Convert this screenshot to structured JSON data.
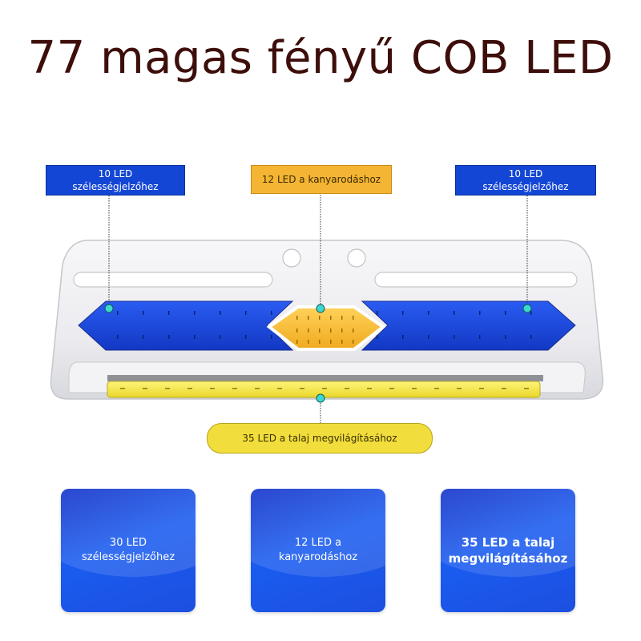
{
  "title": "77 magas fényű COB LED",
  "callouts": {
    "left": {
      "line1": "10 LED",
      "line2": "szélességjelzőhez"
    },
    "center": {
      "text": "12 LED a kanyarodáshoz"
    },
    "right": {
      "line1": "10 LED",
      "line2": "szélességjelzőhez"
    },
    "bottom": {
      "text": "35 LED a talaj megvilágításához"
    }
  },
  "cards": [
    {
      "line1": "30 LED",
      "line2": "szélességjelzőhez"
    },
    {
      "line1": "12 LED a",
      "line2": "kanyarodáshoz"
    },
    {
      "line1": "35 LED a talaj",
      "line2": "megvilágításához"
    }
  ],
  "colors": {
    "title": "#3d0e0a",
    "blue_led": "#1446d6",
    "amber_led": "#f4b534",
    "yellow_led": "#f1dd3c",
    "marker": "#3fd8d0"
  }
}
